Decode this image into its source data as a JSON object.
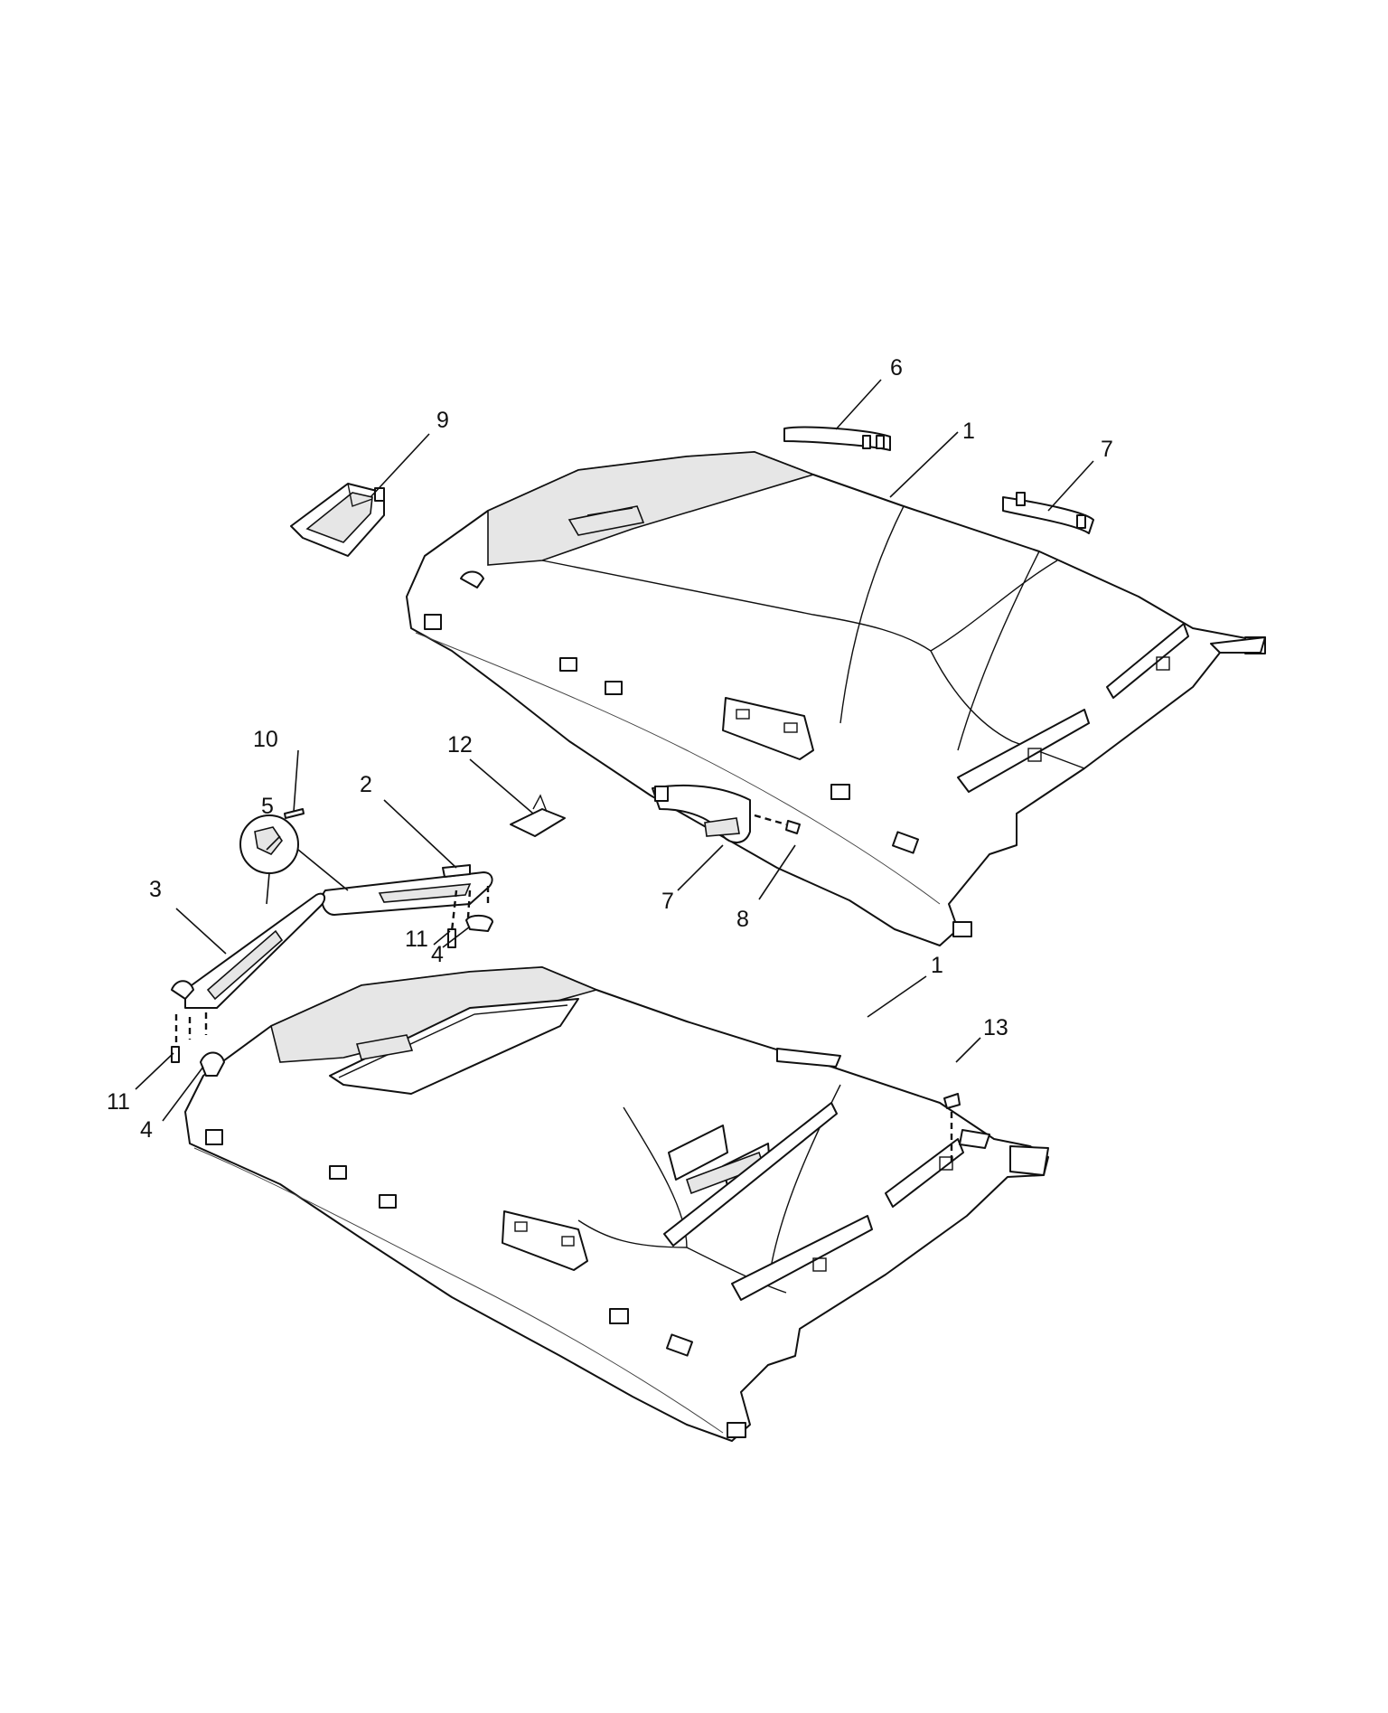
{
  "callouts": {
    "c1_upper": "1",
    "c1_lower": "1",
    "c2": "2",
    "c3": "3",
    "c4_mid": "4",
    "c4_low": "4",
    "c5": "5",
    "c6": "6",
    "c7_upper": "7",
    "c7_mid": "7",
    "c8": "8",
    "c9": "9",
    "c10": "10",
    "c11_mid": "11",
    "c11_low": "11",
    "c12": "12",
    "c13": "13"
  }
}
